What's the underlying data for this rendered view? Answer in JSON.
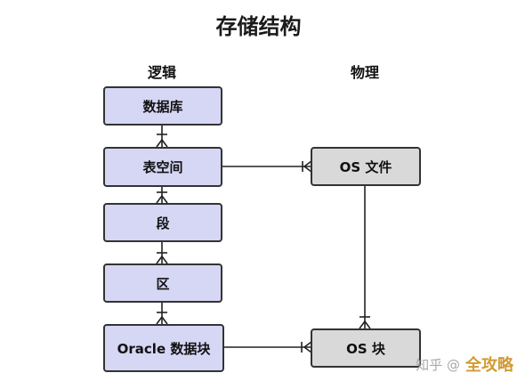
{
  "title": "存储结构",
  "columns": {
    "logical": "逻辑",
    "physical": "物理"
  },
  "logical_boxes": [
    "数据库",
    "表空间",
    "段",
    "区",
    "Oracle 数据块"
  ],
  "physical_boxes": [
    "OS 文件",
    "OS 块"
  ],
  "watermark": {
    "text": "知乎 @",
    "brand": "全攻略"
  },
  "colors": {
    "logical_fill": "#d6d6f5",
    "physical_fill": "#d9d9d9",
    "border": "#333333"
  }
}
